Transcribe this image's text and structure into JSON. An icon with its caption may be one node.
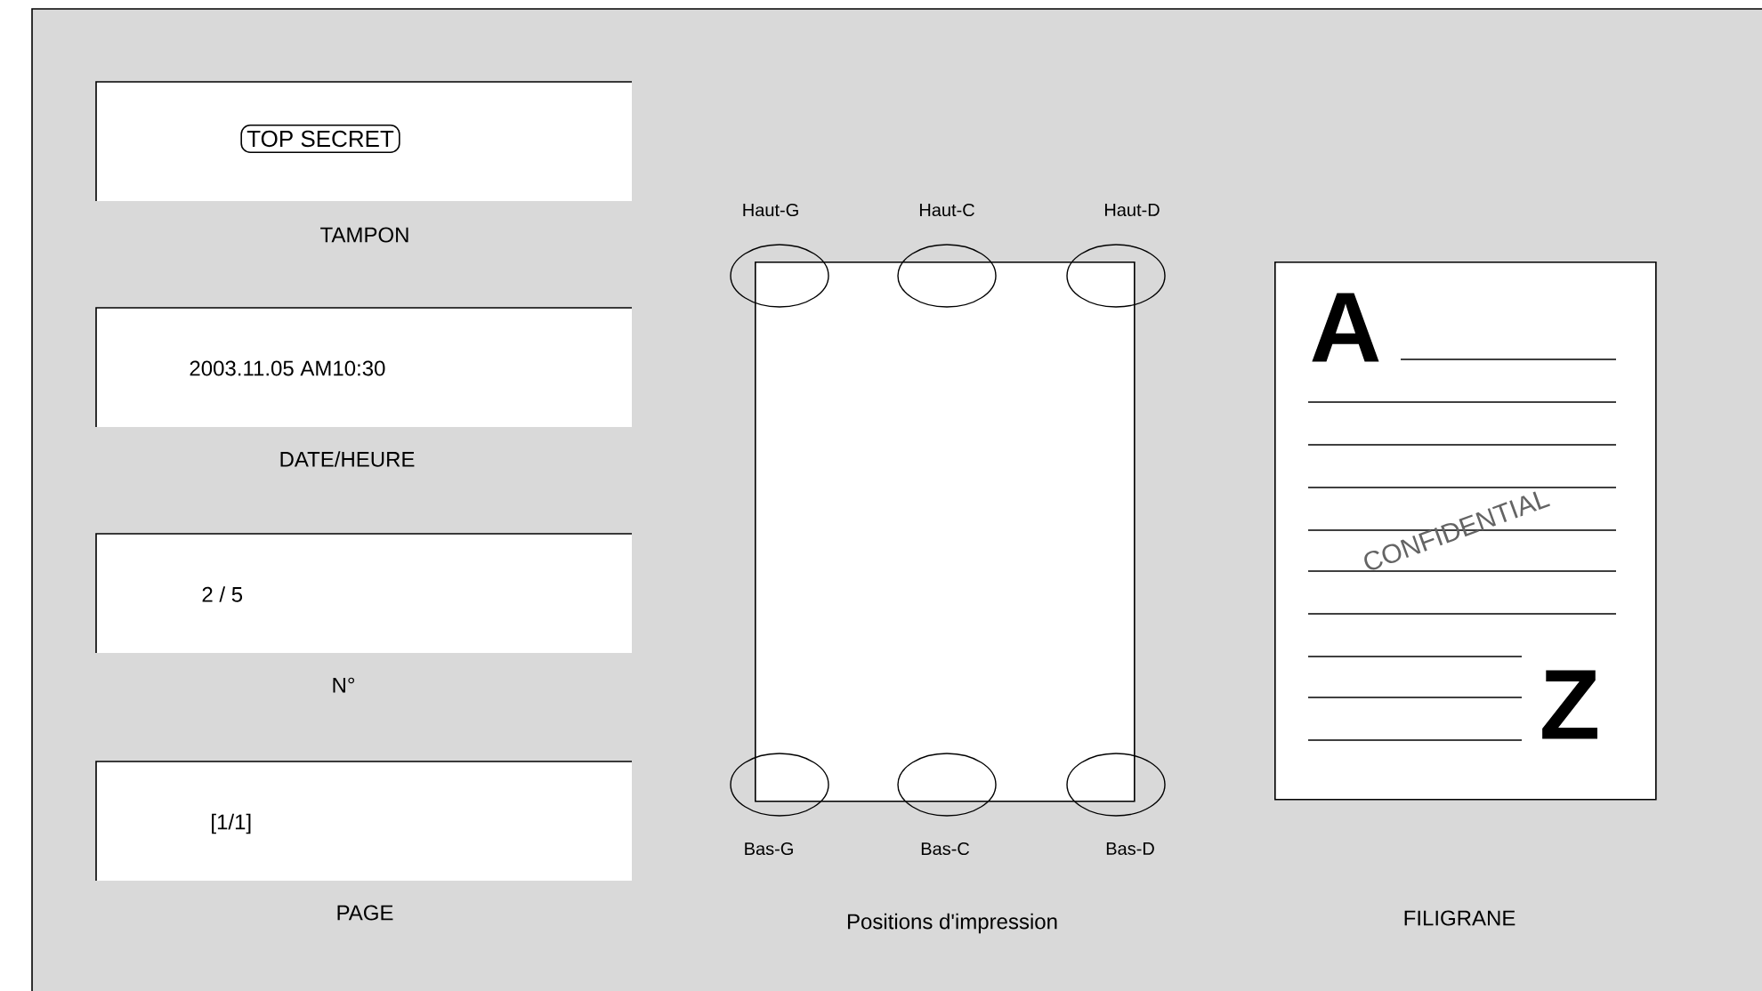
{
  "diagram": {
    "nodes": [
      {
        "text": [],
        "shape": "box",
        "beside": [
          "TAMPON"
        ]
      },
      {
        "text": [
          "TOP SECRET"
        ],
        "in": 0
      },
      {
        "text": [
          "2003.11.05 AM10:30"
        ],
        "beside": [
          "DATE/HEURE"
        ]
      },
      {
        "text": [
          "2 / 5"
        ],
        "beside": [
          "N°"
        ]
      },
      {
        "text": [
          "[1/1]"
        ],
        "beside": [
          "PAGE"
        ]
      },
      {
        "text": [],
        "shape": "box"
      },
      {
        "text": [],
        "shape": "circle",
        "beside": [
          "Haut-G"
        ]
      },
      {
        "text": [],
        "shape": "circle",
        "beside": [
          "Haut-C"
        ]
      },
      {
        "text": [],
        "shape": "circle",
        "beside": [
          "Haut-D"
        ]
      },
      {
        "text": [],
        "shape": "circle",
        "beside": [
          "Bas-G"
        ]
      },
      {
        "text": [],
        "shape": "circle",
        "beside": [
          "Bas-C"
        ]
      },
      {
        "text": [],
        "shape": "circle",
        "beside": [
          "Bas-D"
        ]
      },
      {
        "text": [
          "A",
          "CONFIDENTIAL",
          "Z"
        ]
      }
    ],
    "labels": [
      "Positions d'impression",
      "FILIGRANE"
    ]
  }
}
